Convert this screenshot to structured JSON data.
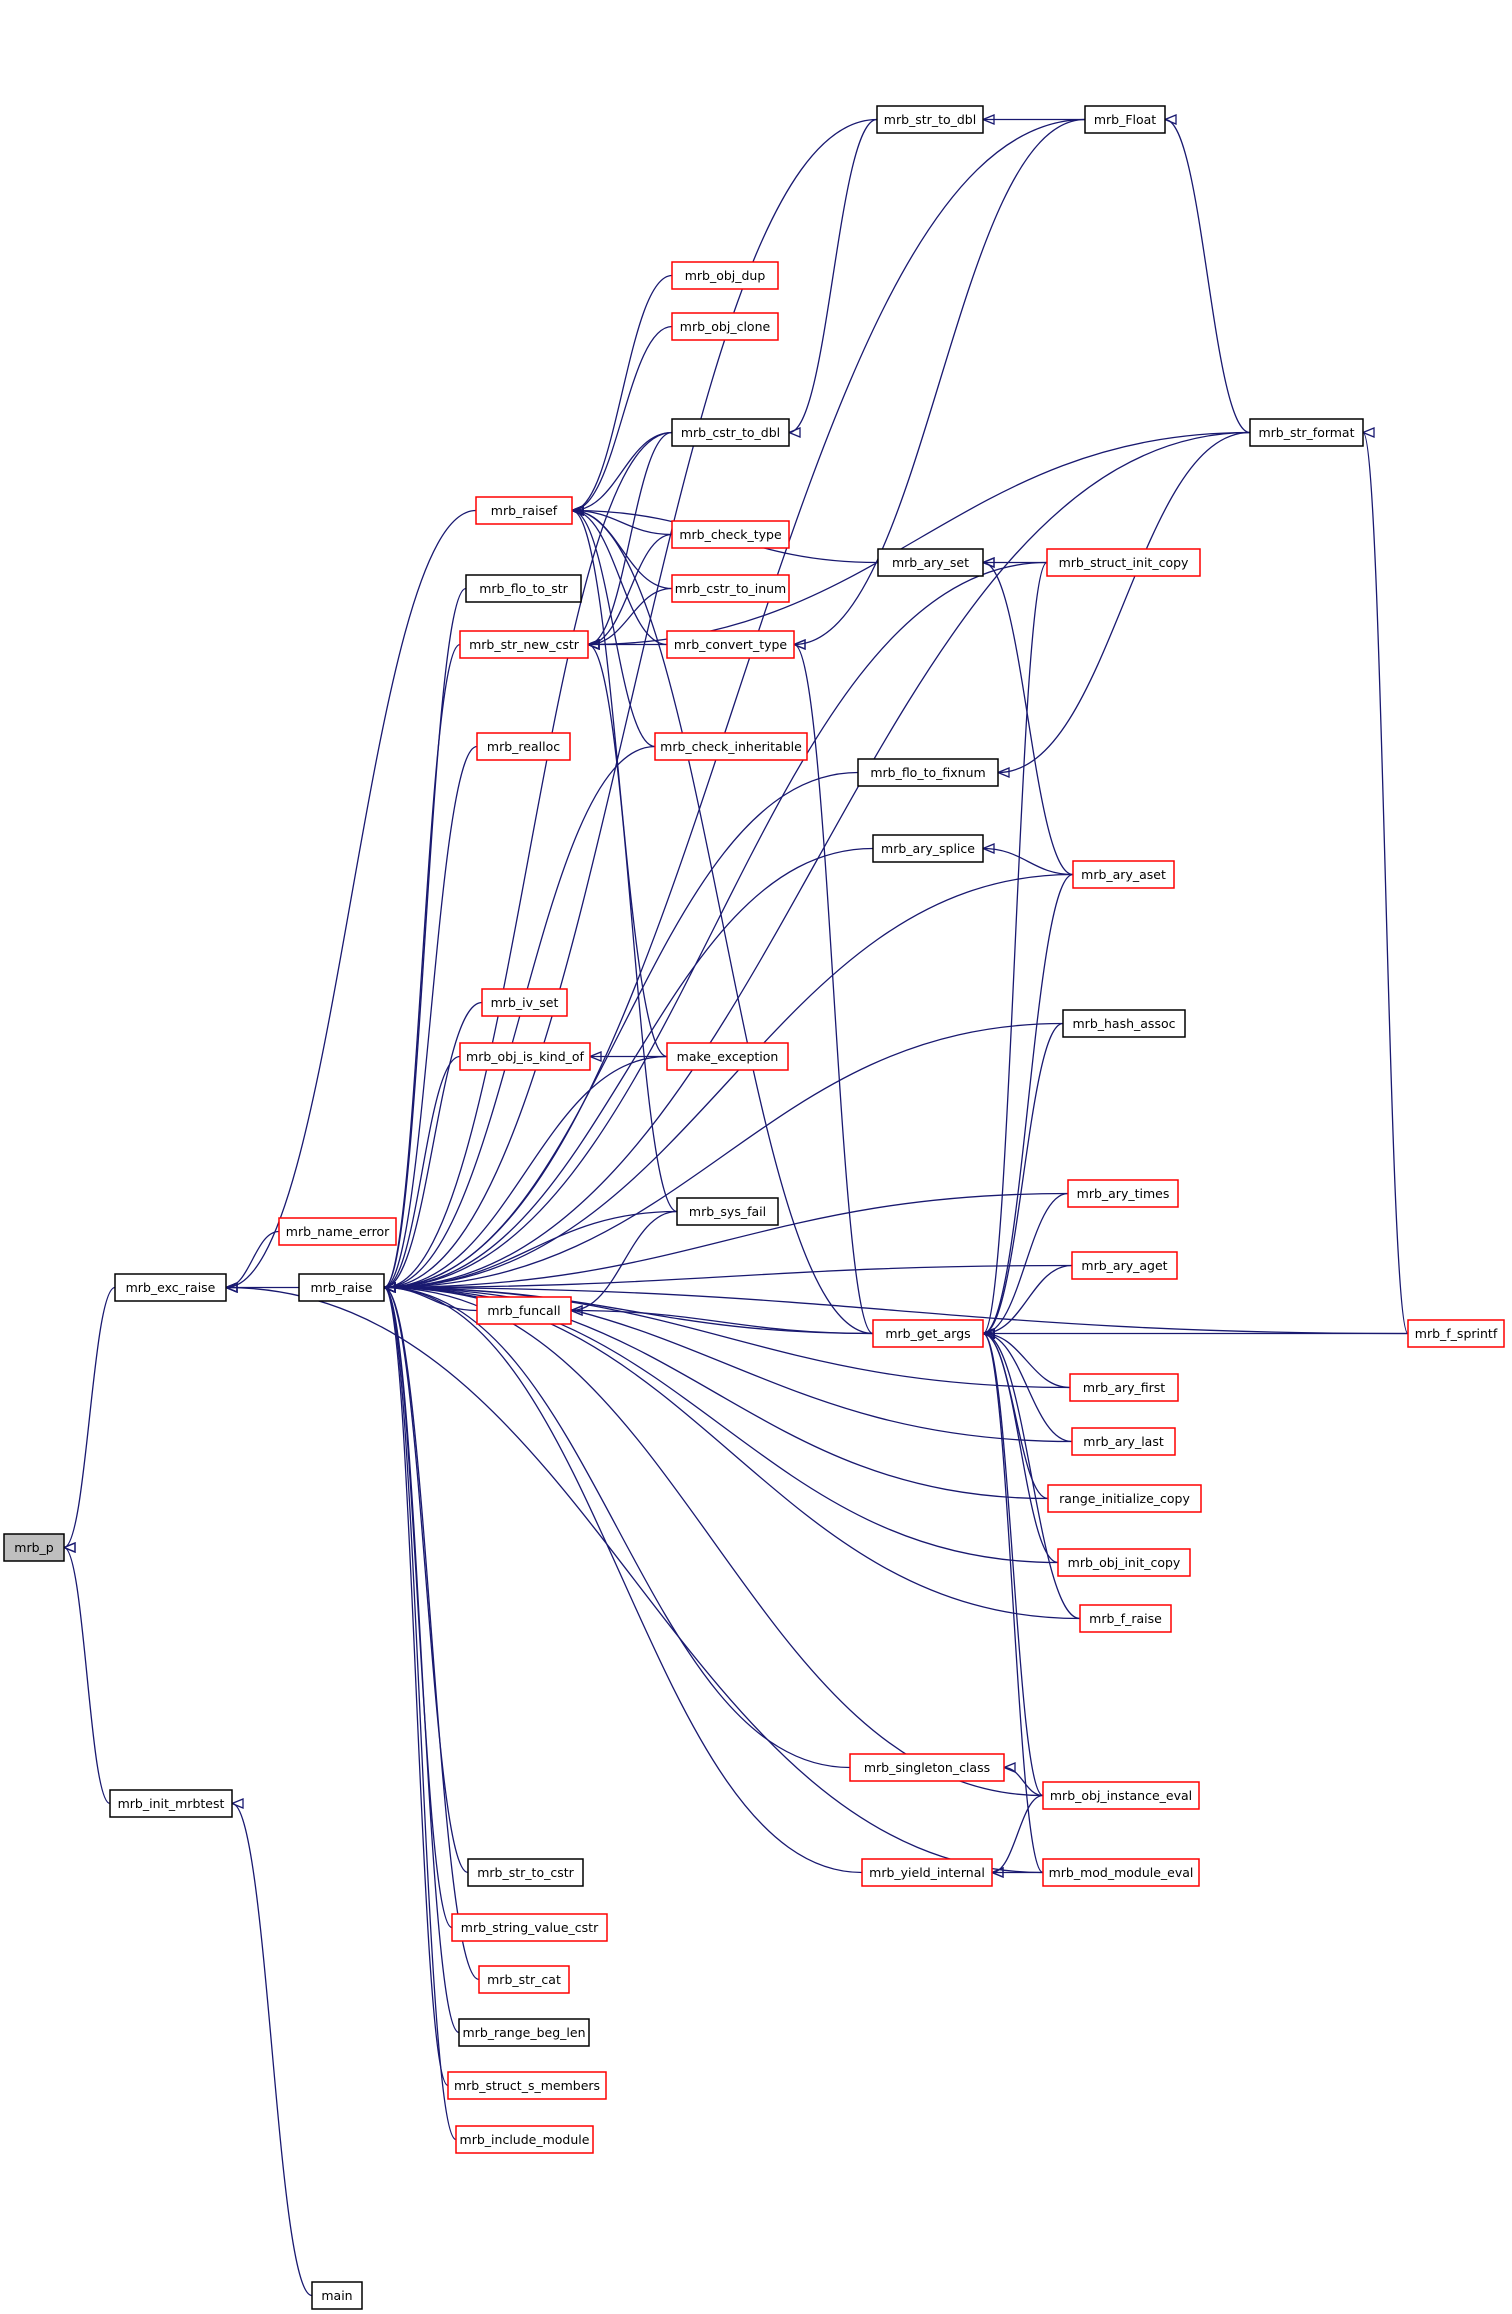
{
  "colors": {
    "edge": "#191970",
    "border_black": "#000000",
    "border_red": "#ff0000",
    "highlight_fill": "#bfbfbf",
    "node_fill": "#ffffff"
  },
  "nodes": [
    {
      "id": "mrb_p",
      "label": "mrb_p",
      "border": "black",
      "highlight": true
    },
    {
      "id": "mrb_exc_raise",
      "label": "mrb_exc_raise",
      "border": "black"
    },
    {
      "id": "mrb_init_mrbtest",
      "label": "mrb_init_mrbtest",
      "border": "black"
    },
    {
      "id": "main",
      "label": "main",
      "border": "black"
    },
    {
      "id": "mrb_name_error",
      "label": "mrb_name_error",
      "border": "red"
    },
    {
      "id": "mrb_raise",
      "label": "mrb_raise",
      "border": "black"
    },
    {
      "id": "mrb_raisef",
      "label": "mrb_raisef",
      "border": "red"
    },
    {
      "id": "mrb_flo_to_str",
      "label": "mrb_flo_to_str",
      "border": "black"
    },
    {
      "id": "mrb_str_new_cstr",
      "label": "mrb_str_new_cstr",
      "border": "red"
    },
    {
      "id": "mrb_realloc",
      "label": "mrb_realloc",
      "border": "red"
    },
    {
      "id": "mrb_iv_set",
      "label": "mrb_iv_set",
      "border": "red"
    },
    {
      "id": "mrb_obj_is_kind_of",
      "label": "mrb_obj_is_kind_of",
      "border": "red"
    },
    {
      "id": "mrb_funcall",
      "label": "mrb_funcall",
      "border": "red"
    },
    {
      "id": "mrb_str_to_cstr",
      "label": "mrb_str_to_cstr",
      "border": "black"
    },
    {
      "id": "mrb_string_value_cstr",
      "label": "mrb_string_value_cstr",
      "border": "red"
    },
    {
      "id": "mrb_str_cat",
      "label": "mrb_str_cat",
      "border": "red"
    },
    {
      "id": "mrb_range_beg_len",
      "label": "mrb_range_beg_len",
      "border": "black"
    },
    {
      "id": "mrb_struct_s_members",
      "label": "mrb_struct_s_members",
      "border": "red"
    },
    {
      "id": "mrb_include_module",
      "label": "mrb_include_module",
      "border": "red"
    },
    {
      "id": "mrb_str_to_dbl",
      "label": "mrb_str_to_dbl",
      "border": "black"
    },
    {
      "id": "mrb_obj_dup",
      "label": "mrb_obj_dup",
      "border": "red"
    },
    {
      "id": "mrb_obj_clone",
      "label": "mrb_obj_clone",
      "border": "red"
    },
    {
      "id": "mrb_cstr_to_dbl",
      "label": "mrb_cstr_to_dbl",
      "border": "black"
    },
    {
      "id": "mrb_check_type",
      "label": "mrb_check_type",
      "border": "red"
    },
    {
      "id": "mrb_cstr_to_inum",
      "label": "mrb_cstr_to_inum",
      "border": "red"
    },
    {
      "id": "mrb_convert_type",
      "label": "mrb_convert_type",
      "border": "red"
    },
    {
      "id": "mrb_check_inheritable",
      "label": "mrb_check_inheritable",
      "border": "red"
    },
    {
      "id": "make_exception",
      "label": "make_exception",
      "border": "red"
    },
    {
      "id": "mrb_sys_fail",
      "label": "mrb_sys_fail",
      "border": "black"
    },
    {
      "id": "mrb_Float",
      "label": "mrb_Float",
      "border": "black"
    },
    {
      "id": "mrb_ary_set",
      "label": "mrb_ary_set",
      "border": "black"
    },
    {
      "id": "mrb_flo_to_fixnum",
      "label": "mrb_flo_to_fixnum",
      "border": "black"
    },
    {
      "id": "mrb_ary_splice",
      "label": "mrb_ary_splice",
      "border": "black"
    },
    {
      "id": "mrb_get_args",
      "label": "mrb_get_args",
      "border": "red"
    },
    {
      "id": "mrb_singleton_class",
      "label": "mrb_singleton_class",
      "border": "red"
    },
    {
      "id": "mrb_yield_internal",
      "label": "mrb_yield_internal",
      "border": "red"
    },
    {
      "id": "mrb_str_format",
      "label": "mrb_str_format",
      "border": "black"
    },
    {
      "id": "mrb_struct_init_copy",
      "label": "mrb_struct_init_copy",
      "border": "red"
    },
    {
      "id": "mrb_ary_aset",
      "label": "mrb_ary_aset",
      "border": "red"
    },
    {
      "id": "mrb_hash_assoc",
      "label": "mrb_hash_assoc",
      "border": "black"
    },
    {
      "id": "mrb_ary_times",
      "label": "mrb_ary_times",
      "border": "red"
    },
    {
      "id": "mrb_ary_aget",
      "label": "mrb_ary_aget",
      "border": "red"
    },
    {
      "id": "mrb_ary_first",
      "label": "mrb_ary_first",
      "border": "red"
    },
    {
      "id": "mrb_ary_last",
      "label": "mrb_ary_last",
      "border": "red"
    },
    {
      "id": "range_initialize_copy",
      "label": "range_initialize_copy",
      "border": "red"
    },
    {
      "id": "mrb_obj_init_copy",
      "label": "mrb_obj_init_copy",
      "border": "red"
    },
    {
      "id": "mrb_f_raise",
      "label": "mrb_f_raise",
      "border": "red"
    },
    {
      "id": "mrb_obj_instance_eval",
      "label": "mrb_obj_instance_eval",
      "border": "red"
    },
    {
      "id": "mrb_mod_module_eval",
      "label": "mrb_mod_module_eval",
      "border": "red"
    },
    {
      "id": "mrb_f_sprintf",
      "label": "mrb_f_sprintf",
      "border": "red"
    }
  ],
  "edges": [
    [
      "mrb_exc_raise",
      "mrb_p"
    ],
    [
      "mrb_init_mrbtest",
      "mrb_p"
    ],
    [
      "main",
      "mrb_init_mrbtest"
    ],
    [
      "mrb_raise",
      "mrb_exc_raise"
    ],
    [
      "mrb_name_error",
      "mrb_exc_raise"
    ],
    [
      "mrb_raisef",
      "mrb_exc_raise"
    ],
    [
      "mrb_mod_module_eval",
      "mrb_exc_raise"
    ],
    [
      "mrb_flo_to_str",
      "mrb_raise"
    ],
    [
      "mrb_str_new_cstr",
      "mrb_raise"
    ],
    [
      "mrb_realloc",
      "mrb_raise"
    ],
    [
      "mrb_iv_set",
      "mrb_raise"
    ],
    [
      "mrb_obj_is_kind_of",
      "mrb_raise"
    ],
    [
      "mrb_funcall",
      "mrb_raise"
    ],
    [
      "mrb_str_to_cstr",
      "mrb_raise"
    ],
    [
      "mrb_string_value_cstr",
      "mrb_raise"
    ],
    [
      "mrb_str_cat",
      "mrb_raise"
    ],
    [
      "mrb_range_beg_len",
      "mrb_raise"
    ],
    [
      "mrb_struct_s_members",
      "mrb_raise"
    ],
    [
      "mrb_include_module",
      "mrb_raise"
    ],
    [
      "mrb_str_to_dbl",
      "mrb_raise"
    ],
    [
      "mrb_Float",
      "mrb_raise"
    ],
    [
      "mrb_str_format",
      "mrb_raise"
    ],
    [
      "mrb_struct_init_copy",
      "mrb_raise"
    ],
    [
      "mrb_cstr_to_dbl",
      "mrb_raise"
    ],
    [
      "mrb_check_inheritable",
      "mrb_raise"
    ],
    [
      "mrb_flo_to_fixnum",
      "mrb_raise"
    ],
    [
      "mrb_ary_splice",
      "mrb_raise"
    ],
    [
      "mrb_ary_aset",
      "mrb_raise"
    ],
    [
      "mrb_hash_assoc",
      "mrb_raise"
    ],
    [
      "make_exception",
      "mrb_raise"
    ],
    [
      "mrb_ary_times",
      "mrb_raise"
    ],
    [
      "mrb_sys_fail",
      "mrb_raise"
    ],
    [
      "mrb_ary_aget",
      "mrb_raise"
    ],
    [
      "mrb_get_args",
      "mrb_raise"
    ],
    [
      "mrb_ary_first",
      "mrb_raise"
    ],
    [
      "mrb_ary_last",
      "mrb_raise"
    ],
    [
      "range_initialize_copy",
      "mrb_raise"
    ],
    [
      "mrb_obj_init_copy",
      "mrb_raise"
    ],
    [
      "mrb_f_raise",
      "mrb_raise"
    ],
    [
      "mrb_f_sprintf",
      "mrb_raise"
    ],
    [
      "mrb_singleton_class",
      "mrb_raise"
    ],
    [
      "mrb_obj_instance_eval",
      "mrb_raise"
    ],
    [
      "mrb_yield_internal",
      "mrb_raise"
    ],
    [
      "mrb_obj_dup",
      "mrb_raisef"
    ],
    [
      "mrb_obj_clone",
      "mrb_raisef"
    ],
    [
      "mrb_cstr_to_dbl",
      "mrb_raisef"
    ],
    [
      "mrb_check_type",
      "mrb_raisef"
    ],
    [
      "mrb_cstr_to_inum",
      "mrb_raisef"
    ],
    [
      "mrb_convert_type",
      "mrb_raisef"
    ],
    [
      "mrb_check_inheritable",
      "mrb_raisef"
    ],
    [
      "make_exception",
      "mrb_raisef"
    ],
    [
      "mrb_ary_set",
      "mrb_raisef"
    ],
    [
      "mrb_get_args",
      "mrb_raisef"
    ],
    [
      "mrb_check_type",
      "mrb_str_new_cstr"
    ],
    [
      "mrb_cstr_to_inum",
      "mrb_str_new_cstr"
    ],
    [
      "mrb_convert_type",
      "mrb_str_new_cstr"
    ],
    [
      "mrb_sys_fail",
      "mrb_str_new_cstr"
    ],
    [
      "mrb_str_format",
      "mrb_str_new_cstr"
    ],
    [
      "mrb_cstr_to_dbl",
      "mrb_str_new_cstr"
    ],
    [
      "make_exception",
      "mrb_obj_is_kind_of"
    ],
    [
      "mrb_sys_fail",
      "mrb_funcall"
    ],
    [
      "mrb_get_args",
      "mrb_funcall"
    ],
    [
      "mrb_Float",
      "mrb_str_to_dbl"
    ],
    [
      "mrb_str_to_dbl",
      "mrb_cstr_to_dbl"
    ],
    [
      "mrb_Float",
      "mrb_convert_type"
    ],
    [
      "mrb_get_args",
      "mrb_convert_type"
    ],
    [
      "mrb_str_format",
      "mrb_Float"
    ],
    [
      "mrb_struct_init_copy",
      "mrb_ary_set"
    ],
    [
      "mrb_ary_aset",
      "mrb_ary_set"
    ],
    [
      "mrb_str_format",
      "mrb_flo_to_fixnum"
    ],
    [
      "mrb_ary_aset",
      "mrb_ary_splice"
    ],
    [
      "mrb_f_sprintf",
      "mrb_str_format"
    ],
    [
      "mrb_struct_init_copy",
      "mrb_get_args"
    ],
    [
      "mrb_ary_aset",
      "mrb_get_args"
    ],
    [
      "mrb_hash_assoc",
      "mrb_get_args"
    ],
    [
      "mrb_ary_times",
      "mrb_get_args"
    ],
    [
      "mrb_ary_aget",
      "mrb_get_args"
    ],
    [
      "mrb_f_sprintf",
      "mrb_get_args"
    ],
    [
      "mrb_ary_first",
      "mrb_get_args"
    ],
    [
      "mrb_ary_last",
      "mrb_get_args"
    ],
    [
      "range_initialize_copy",
      "mrb_get_args"
    ],
    [
      "mrb_obj_init_copy",
      "mrb_get_args"
    ],
    [
      "mrb_f_raise",
      "mrb_get_args"
    ],
    [
      "mrb_obj_instance_eval",
      "mrb_get_args"
    ],
    [
      "mrb_mod_module_eval",
      "mrb_get_args"
    ],
    [
      "mrb_obj_instance_eval",
      "mrb_singleton_class"
    ],
    [
      "mrb_obj_instance_eval",
      "mrb_yield_internal"
    ],
    [
      "mrb_mod_module_eval",
      "mrb_yield_internal"
    ]
  ]
}
